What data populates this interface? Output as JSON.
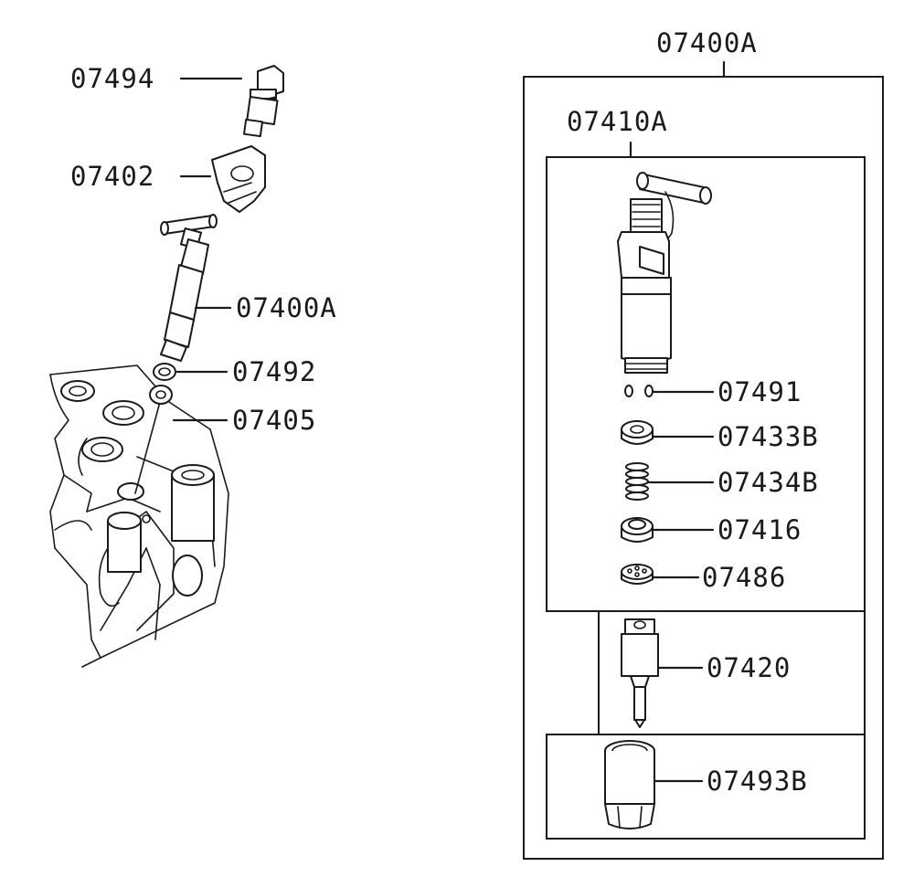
{
  "left_assembly": {
    "labels": [
      {
        "id": "plug",
        "part_no": "07494"
      },
      {
        "id": "clamp",
        "part_no": "07402"
      },
      {
        "id": "injector",
        "part_no": "07400A"
      },
      {
        "id": "gasket",
        "part_no": "07492"
      },
      {
        "id": "washer",
        "part_no": "07405"
      }
    ]
  },
  "kit_box": {
    "title": "07400A",
    "sub_group": {
      "title": "07410A",
      "labels": [
        {
          "id": "pin",
          "part_no": "07491"
        },
        {
          "id": "spacer",
          "part_no": "07433B"
        },
        {
          "id": "spring",
          "part_no": "07434B"
        },
        {
          "id": "seat",
          "part_no": "07416"
        },
        {
          "id": "plate",
          "part_no": "07486"
        }
      ]
    },
    "nozzle_label": "07420",
    "nut_label": "07493B"
  }
}
